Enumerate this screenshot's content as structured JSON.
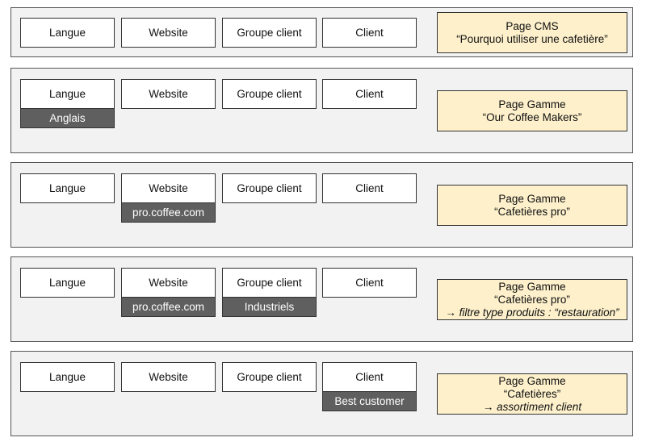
{
  "headers": {
    "langue": "Langue",
    "website": "Website",
    "groupe_client": "Groupe client",
    "client": "Client"
  },
  "rows": [
    {
      "result": {
        "line1": "Page CMS",
        "line2": "“Pourquoi utiliser une cafetière”"
      }
    },
    {
      "langue_value": "Anglais",
      "result": {
        "line1": "Page Gamme",
        "line2": "“Our Coffee Makers”"
      }
    },
    {
      "website_value": "pro.coffee.com",
      "result": {
        "line1": "Page Gamme",
        "line2": "“Cafetières pro”"
      }
    },
    {
      "website_value": "pro.coffee.com",
      "groupe_client_value": "Industriels",
      "result": {
        "line1": "Page Gamme",
        "line2": "“Cafetières pro”",
        "note": "→ filtre type produits : “restauration”"
      }
    },
    {
      "client_value": "Best customer",
      "result": {
        "line1": "Page Gamme",
        "line2": "“Cafetières”",
        "note": "→ assortiment client"
      }
    }
  ]
}
